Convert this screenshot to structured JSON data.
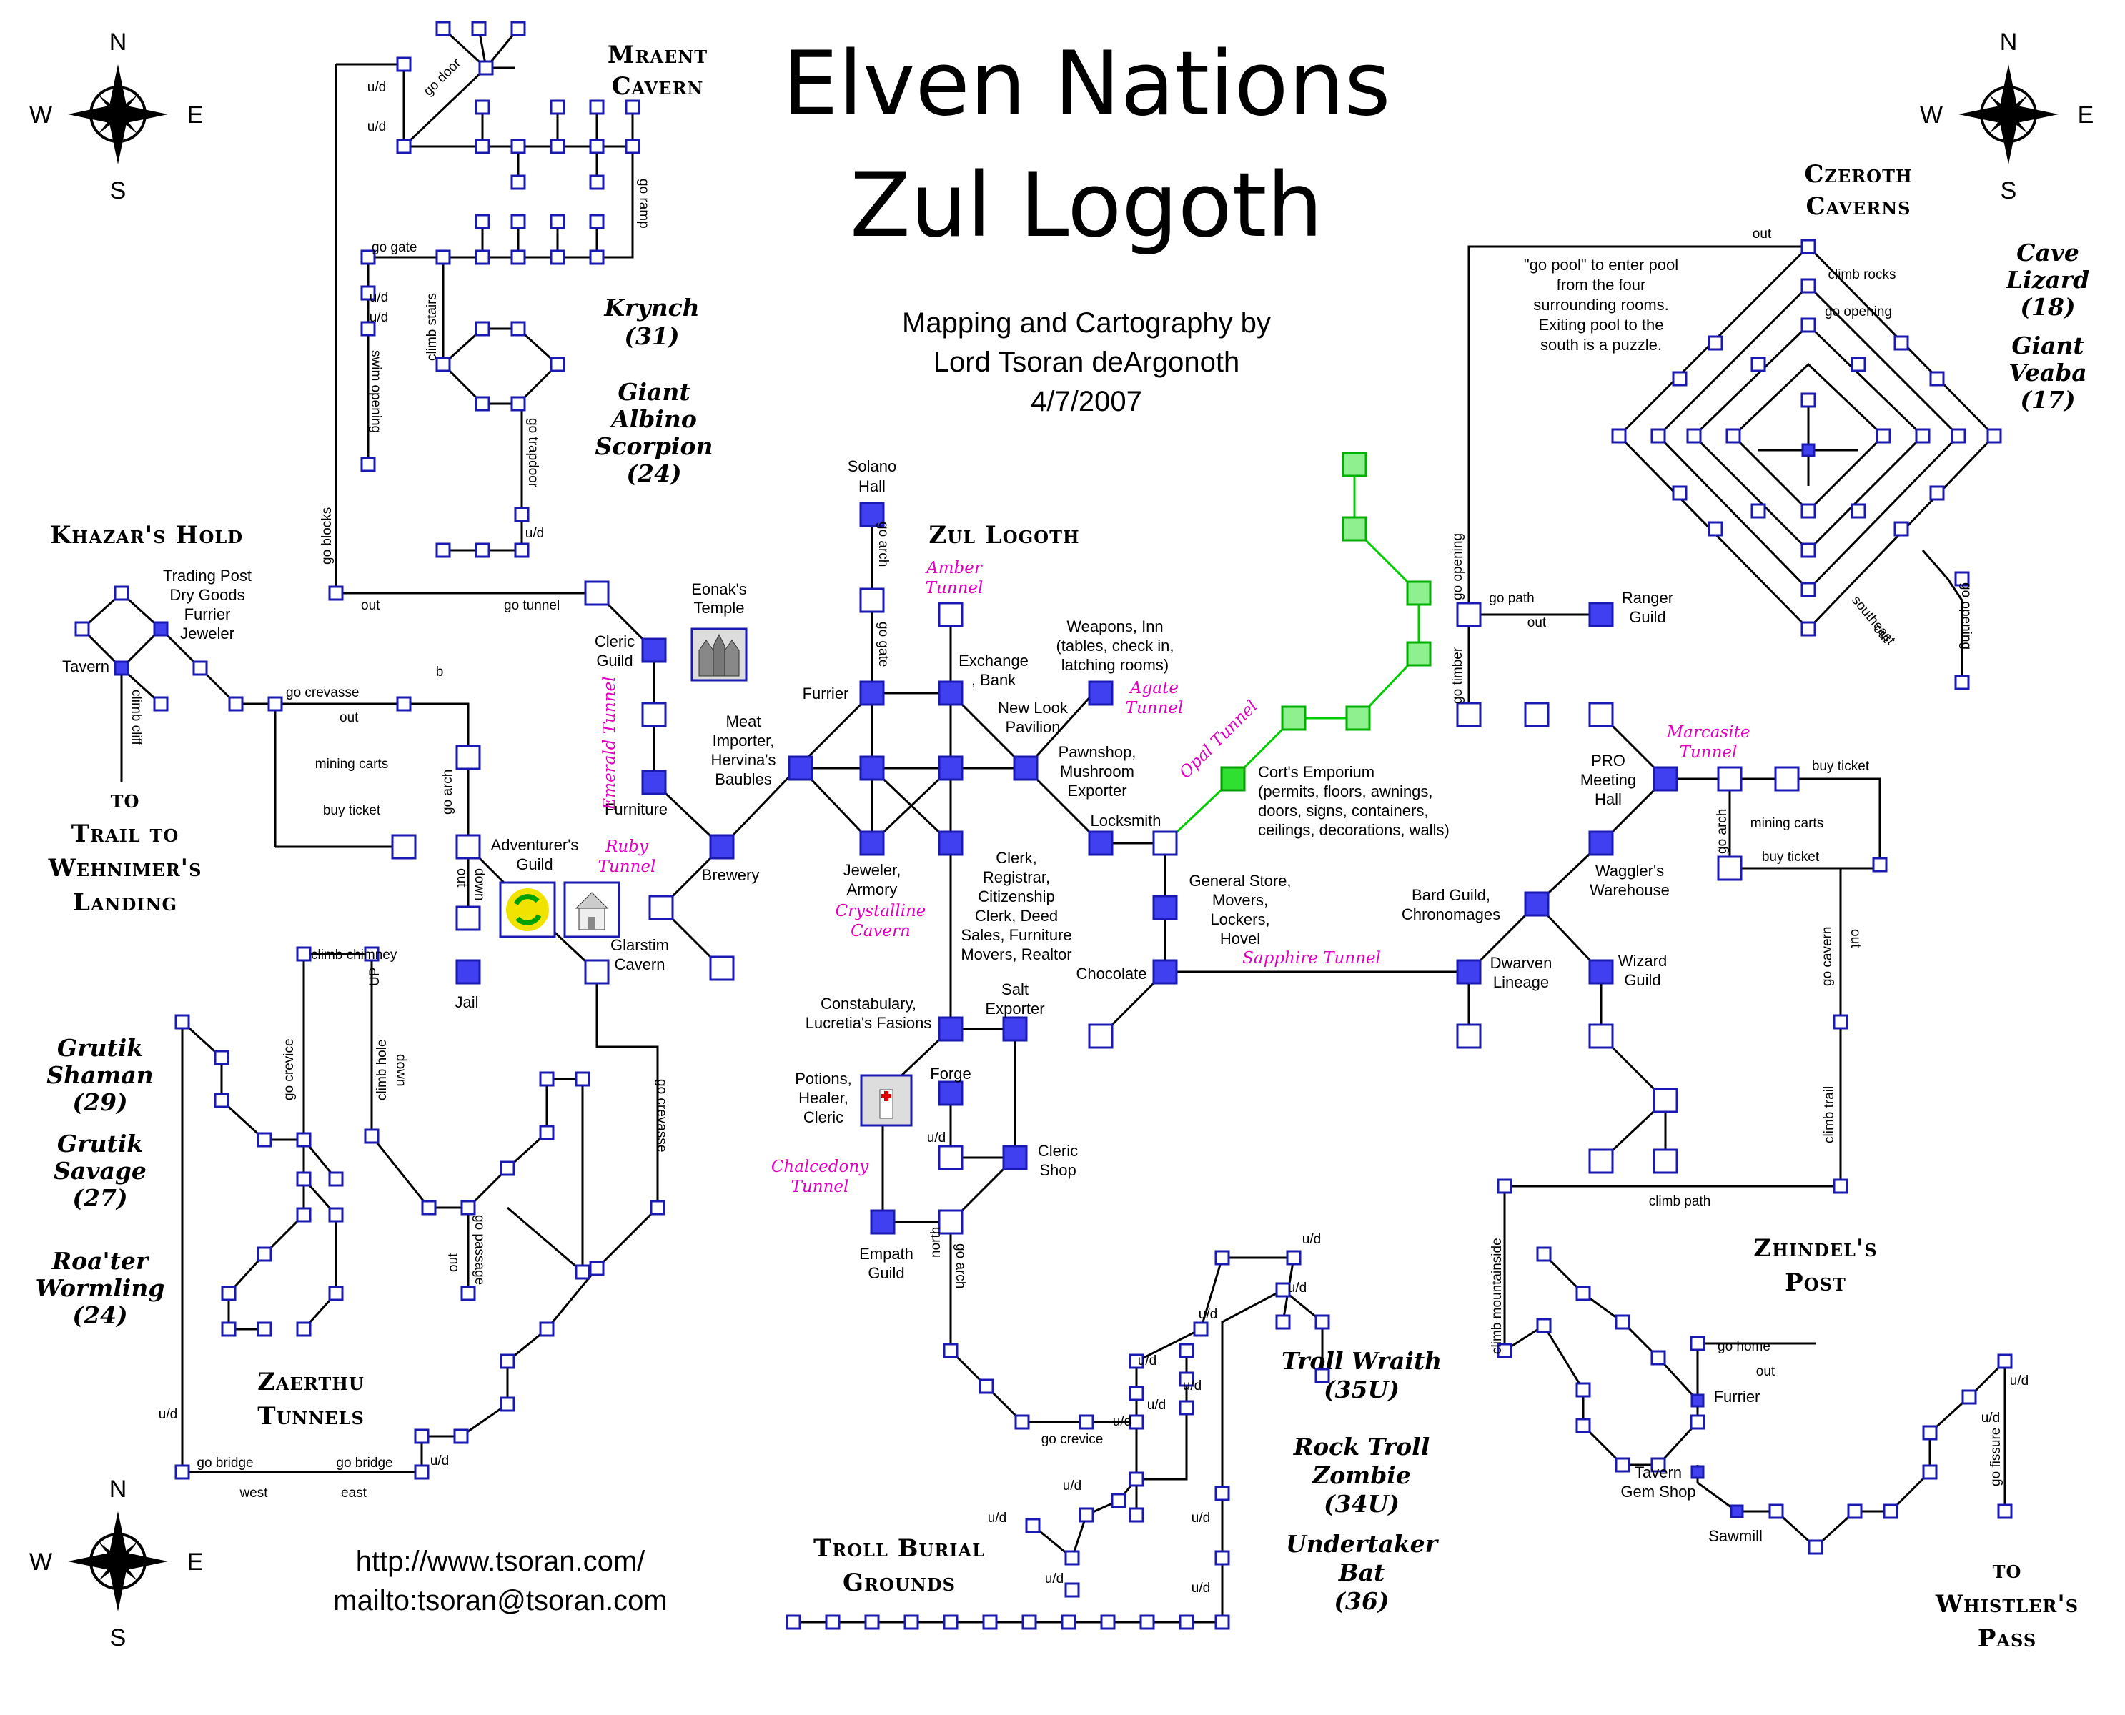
{
  "title": {
    "line1": "Elven Nations",
    "line2": "Zul Logoth"
  },
  "credit": {
    "line1": "Mapping and Cartography by",
    "line2": "Lord Tsoran deArgonoth",
    "line3": "4/7/2007"
  },
  "compass": {
    "n": "N",
    "s": "S",
    "e": "E",
    "w": "W"
  },
  "regions": {
    "mraent": [
      "Mraent",
      "Cavern"
    ],
    "czeroth": [
      "Czeroth",
      "Caverns"
    ],
    "khazar": "Khazar's Hold",
    "trail": [
      "to",
      "Trail to",
      "Wehnimer's",
      "Landing"
    ],
    "zul_logoth": "Zul Logoth",
    "zaerthu": [
      "Zaerthu",
      "Tunnels"
    ],
    "troll": [
      "Troll Burial",
      "Grounds"
    ],
    "zhindel": [
      "Zhindel's",
      "Post"
    ],
    "whistler": [
      "to",
      "Whistler's",
      "Pass"
    ]
  },
  "monsters": {
    "krynch": [
      "Krynch",
      "(31)"
    ],
    "scorpion": [
      "Giant",
      "Albino",
      "Scorpion",
      "(24)"
    ],
    "cave_lizard": [
      "Cave",
      "Lizard",
      "(18)"
    ],
    "veaba": [
      "Giant",
      "Veaba",
      "(17)"
    ],
    "grutik_shaman": [
      "Grutik",
      "Shaman",
      "(29)"
    ],
    "grutik_savage": [
      "Grutik",
      "Savage",
      "(27)"
    ],
    "roater": [
      "Roa'ter",
      "Wormling",
      "(24)"
    ],
    "troll_wraith": [
      "Troll Wraith",
      "(35U)"
    ],
    "rock_troll": [
      "Rock Troll",
      "Zombie",
      "(34U)"
    ],
    "undertaker": [
      "Undertaker",
      "Bat",
      "(36)"
    ]
  },
  "tunnels": {
    "amber": [
      "Amber",
      "Tunnel"
    ],
    "agate": [
      "Agate",
      "Tunnel"
    ],
    "emerald": "Emerald Tunnel",
    "ruby": [
      "Ruby",
      "Tunnel"
    ],
    "opal": "Opal Tunnel",
    "marcasite": [
      "Marcasite",
      "Tunnel"
    ],
    "sapphire": "Sapphire Tunnel",
    "crystalline": [
      "Crystalline",
      "Cavern"
    ],
    "chalcedony": [
      "Chalcedony",
      "Tunnel"
    ]
  },
  "places": {
    "trading_post": [
      "Trading Post",
      "Dry Goods",
      "Furrier",
      "Jeweler"
    ],
    "tavern": "Tavern",
    "eonak": [
      "Eonak's",
      "Temple"
    ],
    "cleric_guild": [
      "Cleric",
      "Guild"
    ],
    "solano": [
      "Solano",
      "Hall"
    ],
    "weapons": [
      "Weapons, Inn",
      "(tables, check in,",
      "latching rooms)"
    ],
    "exchange": [
      "Exchange",
      ", Bank"
    ],
    "new_look": [
      "New Look",
      "Pavilion"
    ],
    "furrier": "Furrier",
    "meat": [
      "Meat",
      "Importer,",
      "Hervina's",
      "Baubles"
    ],
    "pawnshop": [
      "Pawnshop,",
      "Mushroom",
      "Exporter"
    ],
    "locksmith": "Locksmith",
    "corts": [
      "Cort's Emporium",
      "(permits, floors, awnings,",
      "doors, signs, containers,",
      "ceilings, decorations, walls)"
    ],
    "furniture": "Furniture",
    "brewery": "Brewery",
    "adventurers": [
      "Adventurer's",
      "Guild"
    ],
    "jail": "Jail",
    "glarstim": [
      "Glarstim",
      "Cavern"
    ],
    "jeweler": [
      "Jeweler,",
      "Armory"
    ],
    "clerk": [
      "Clerk,",
      "Registrar,",
      "Citizenship",
      "Clerk, Deed",
      "Sales, Furniture",
      "Movers, Realtor"
    ],
    "general_store": [
      "General Store,",
      "Movers,",
      "Lockers,",
      "Hovel"
    ],
    "chocolate": "Chocolate",
    "constabulary": [
      "Constabulary,",
      "Lucretia's Fasions"
    ],
    "salt": [
      "Salt",
      "Exporter"
    ],
    "potions": [
      "Potions,",
      "Healer,",
      "Cleric"
    ],
    "forge": "Forge",
    "cleric_shop": [
      "Cleric",
      "Shop"
    ],
    "empath": [
      "Empath",
      "Guild"
    ],
    "ranger": [
      "Ranger",
      "Guild"
    ],
    "pro_meeting": [
      "PRO",
      "Meeting",
      "Hall"
    ],
    "waggler": [
      "Waggler's",
      "Warehouse"
    ],
    "bard": [
      "Bard Guild,",
      "Chronomages"
    ],
    "dwarven": [
      "Dwarven",
      "Lineage"
    ],
    "wizard": [
      "Wizard",
      "Guild"
    ],
    "zh_furrier": "Furrier",
    "zh_tavern": [
      "Tavern",
      "Gem Shop"
    ],
    "sawmill": "Sawmill",
    "pool_note": [
      "\"go pool\" to enter pool",
      "from the four",
      "surrounding rooms.",
      "Exiting pool to the",
      "south is a puzzle."
    ]
  },
  "paths": {
    "go_door": "go door",
    "ud": "u/d",
    "go_ramp": "go ramp",
    "go_gate": "go gate",
    "climb_stairs": "climb stairs",
    "swim_opening": "swim opening",
    "go_trapdoor": "go trapdoor",
    "go_blocks": "go blocks",
    "out": "out",
    "go_tunnel": "go tunnel",
    "climb_cliff": "climb cliff",
    "go_crevasse": "go crevasse",
    "buy_ticket": "buy ticket",
    "mining_carts": "mining carts",
    "go_arch": "go arch",
    "down": "down",
    "climb_chimney": "climb chimney",
    "up": "UP",
    "go_crevice": "go crevice",
    "climb_hole": "climb hole",
    "go_passage": "go passage",
    "go_bridge": "go bridge",
    "west": "west",
    "east": "east",
    "north": "north",
    "climb_rocks": "climb rocks",
    "go_opening": "go opening",
    "go_path": "go path",
    "go_timber": "go timber",
    "southeast": "southeast",
    "go_cavern": "go cavern",
    "climb_trail": "climb trail",
    "climb_path": "climb path",
    "climb_mountainside": "climb mountainside",
    "go_home": "go home",
    "go_fissure": "go fissure"
  },
  "links": {
    "url": "http://www.tsoran.com/",
    "mail": "mailto:tsoran@tsoran.com"
  }
}
